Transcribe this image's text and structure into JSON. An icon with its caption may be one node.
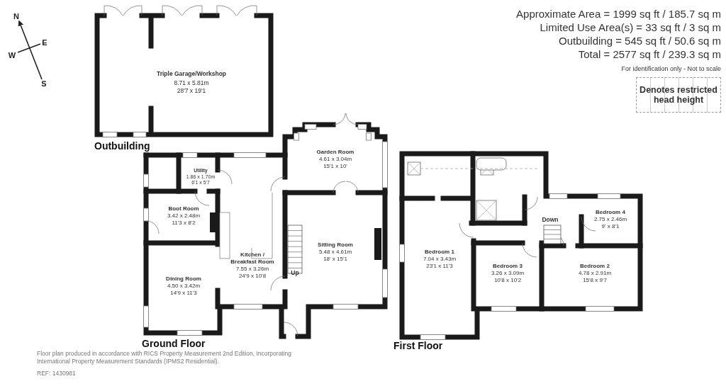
{
  "diagram": {
    "nodes": [
      {
        "text": [
          "Triple Garage/Workshop",
          "8.71 x 5.81m",
          "28'7 x 19'1"
        ]
      },
      {
        "text": [
          "Utility",
          "1.86 x 1.70m",
          "6'1 x 5'7"
        ]
      },
      {
        "text": [
          "Boot Room",
          "3.42 x 2.48m",
          "11'3 x 8'2"
        ]
      },
      {
        "text": [
          "Kitchen / Breakfast Room",
          "7.55 x 3.26m",
          "24'9 x 10'8"
        ]
      },
      {
        "text": [
          "Garden Room",
          "4.61 x 3.04m",
          "15'1 x 10'"
        ]
      },
      {
        "text": [
          "Sitting Room",
          "5.48 x 4.61m",
          "18' x 15'1"
        ]
      },
      {
        "text": [
          "Dining Room",
          "4.50 x 3.42m",
          "14'9 x 11'3"
        ]
      },
      {
        "text": [
          "Bedroom 1",
          "7.04 x 3.43m",
          "23'1 x 11'3"
        ]
      },
      {
        "text": [
          "Bedroom 3",
          "3.26 x 3.09m",
          "10'8 x 10'2"
        ]
      },
      {
        "text": [
          "Bedroom 2",
          "4.78 x 2.91m",
          "15'8 x 9'7"
        ]
      },
      {
        "text": [
          "Bedroom 4",
          "2.75 x 2.46m",
          "9' x 8'1"
        ]
      }
    ],
    "edges": [],
    "labels": [
      "N",
      "E",
      "W",
      "S",
      "Approximate Area = 1999 sq ft / 185.7 sq m",
      "Limited Use Area(s) = 33 sq ft / 3 sq m",
      "Outbuilding = 545 sq ft / 50.6 sq m",
      "Total = 2577 sq ft / 239.3 sq m",
      "For identification only - Not to scale",
      "Outbuilding",
      "Up",
      "Down",
      "Ground Floor",
      "First Floor",
      "Floor plan produced in accordance with RICS Property Measurement 2nd Edition, Incorporating International Property Measurement Standards (IPMS2 Residential).",
      "REF: 1430981"
    ],
    "legend": [
      {
        "text": "Denotes restricted head height"
      }
    ]
  }
}
